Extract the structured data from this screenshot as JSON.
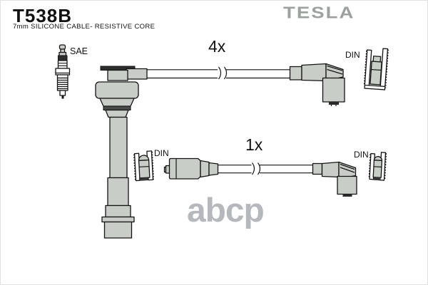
{
  "header": {
    "part_number": "T538B",
    "subtitle": "7mm SILICONE CABLE- RESISTIVE CORE",
    "brand": "TESLA"
  },
  "labels": {
    "sae": "SAE",
    "quantity_top": "4x",
    "quantity_bottom": "1x",
    "din": [
      "DIN",
      "DIN",
      "DIN"
    ]
  },
  "watermark": {
    "text": "abcp"
  },
  "icons": [
    "spark-plug-illustration",
    "pencil-coil-boot-illustration",
    "angled-boot-illustration",
    "straight-boot-illustration",
    "din-socket-connector-icon",
    "cable-break-marks"
  ],
  "colors": {
    "boot_gray": "#c9cdc7",
    "outline": "#141414",
    "brand_logo_gray": "#9ba19d",
    "watermark_gray": "#b5b9bd",
    "dark_band": "#2e2e2e",
    "background": "#ffffff"
  }
}
